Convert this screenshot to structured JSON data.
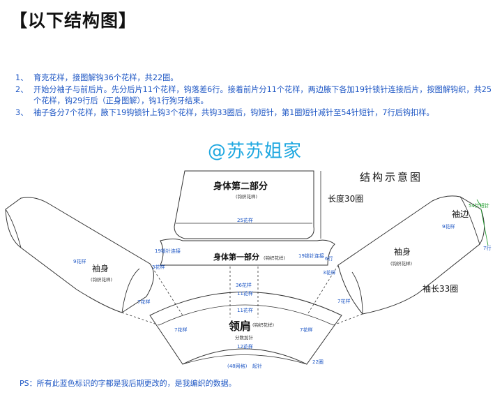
{
  "title": "【以下结构图】",
  "instructions": [
    {
      "num": "1、",
      "text": "育克花样，接图解钩36个花样，共22圈。"
    },
    {
      "num": "2、",
      "text": "开始分袖子与前后片。先分后片11个花样，钩落差6行。接着前片分11个花样，两边腋下各加19针锁针连接后片，按图解钩织，共25个花样，钩29行后（正身图解），钩1行狗牙结束。"
    },
    {
      "num": "3、",
      "text": "袖子各分7个花样，腋下19钩锁针上钩3个花样，共钩33圈后，钩短针，第1圈短针减针至54针短针，7行后钩扣样。"
    }
  ],
  "watermark": "@苏苏姐家",
  "diagram_title": "结构示意图",
  "labels": {
    "body_part2": "身体第二部分",
    "body_part2_sub": "(钩织花样)",
    "length": "长度30圈",
    "pattern25": "25花样",
    "chain19_left": "19锁针连接",
    "chain19_right": "19锁针连接",
    "body_part1": "身体第一部分",
    "body_part1_sub": "(钩织花样)",
    "rows6": "6行",
    "sleeve_left": "袖身",
    "sleeve_left_sub": "(钩织花样)",
    "sleeve_left_9": "9花样",
    "sleeve_left_3": "3花样",
    "sleeve_left_7": "7花样",
    "sleeve_right": "袖身",
    "sleeve_right_sub": "(钩织花样)",
    "sleeve_right_3": "3花样",
    "sleeve_right_7": "7花样",
    "sleeve_right_9": "9花样",
    "sleeve_len": "袖长33圈",
    "cuff": "袖边",
    "cuff_54": "54针短针",
    "cuff_7": "7行",
    "yoke_36": "36花样",
    "yoke_11a": "11花样",
    "yoke_11b": "11花样",
    "yoke": "领肩",
    "yoke_sub": "(钩织花样)",
    "yoke_inc": "分数加针",
    "yoke_12": "12花样",
    "yoke_7l": "7花样",
    "yoke_7r": "7花样",
    "yoke_48": "(48网格)",
    "yoke_start": "起针",
    "yoke_22": "22圈"
  },
  "ps": "PS：所有此蓝色标识的字都是我后期更改的，是我编织的数据。",
  "colors": {
    "blue_text": "#1d56c4",
    "watermark": "#1da7e0",
    "line": "#333333",
    "green": "#1c9a2a"
  }
}
